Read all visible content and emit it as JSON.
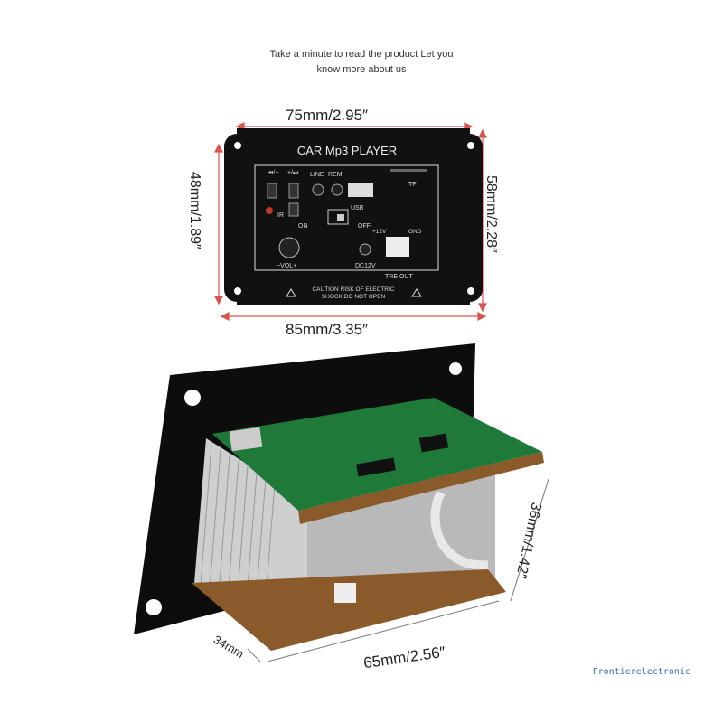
{
  "intro": {
    "line1": "Take a minute to read the product Let you",
    "line2": "know more about us"
  },
  "front_panel": {
    "title": "CAR Mp3 PLAYER",
    "labels": {
      "prev": "⏮/−",
      "next": "+/⏭",
      "line": "LINE",
      "rem": "REM",
      "usb": "USB",
      "tf": "TF",
      "ir": "IR",
      "on": "ON",
      "off": "OFF",
      "plus12v": "+12V",
      "gnd": "GND",
      "vol": "−VOL+",
      "dc12v": "DC12V",
      "tre_out": "TRE OUT",
      "caution1": "CAUTION RISK OF ELECTRIC",
      "caution2": "SHOCK DO NOT OPEN"
    }
  },
  "dimensions": {
    "top_width": "75mm/2.95″",
    "bottom_width": "85mm/3.35″",
    "left_height": "48mm/1.89″",
    "right_height": "58mm/2.28″",
    "depth_height": "36mm/1.42″",
    "depth_width": "65mm/2.56″",
    "depth": "34mm"
  },
  "watermark": "Frontierelectronic",
  "colors": {
    "dimension_line": "#d9534f",
    "panel": "#111111",
    "pcb": "#1f7a3a",
    "heatsink": "#c9c9c9"
  }
}
